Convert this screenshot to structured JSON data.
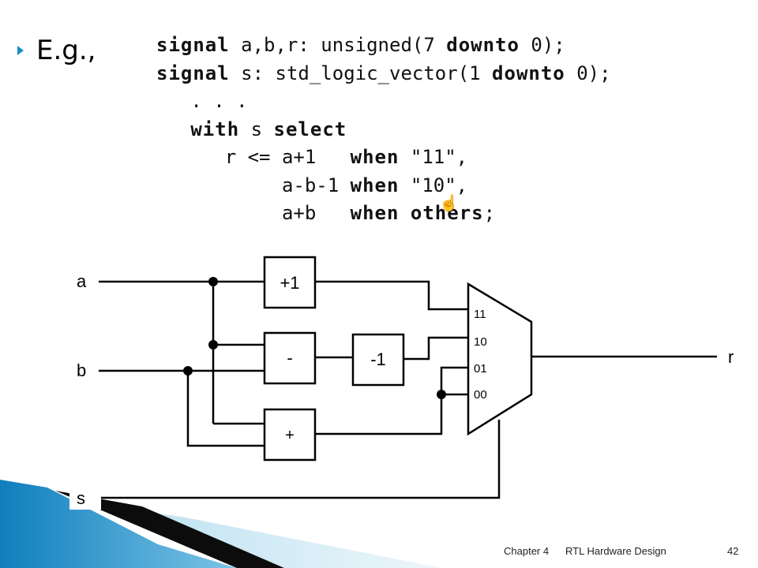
{
  "slide": {
    "bullet_text": "E.g.,",
    "code": [
      [
        {
          "t": "signal",
          "kw": true
        },
        {
          "t": " a,b,r: unsigned(7 "
        },
        {
          "t": "downto",
          "kw": true
        },
        {
          "t": " 0);"
        }
      ],
      [
        {
          "t": "signal",
          "kw": true
        },
        {
          "t": " s: std_logic_vector(1 "
        },
        {
          "t": "downto",
          "kw": true
        },
        {
          "t": " 0);"
        }
      ],
      [
        {
          "t": "   . . ."
        }
      ],
      [
        {
          "t": "   "
        },
        {
          "t": "with",
          "kw": true
        },
        {
          "t": " s "
        },
        {
          "t": "select",
          "kw": true
        }
      ],
      [
        {
          "t": "      r <= a+1   "
        },
        {
          "t": "when",
          "kw": true
        },
        {
          "t": " \"11\","
        }
      ],
      [
        {
          "t": "           a-b-1 "
        },
        {
          "t": "when",
          "kw": true
        },
        {
          "t": " \"10\","
        }
      ],
      [
        {
          "t": "           a+b   "
        },
        {
          "t": "when",
          "kw": true
        },
        {
          "t": " "
        },
        {
          "t": "others",
          "kw": true
        },
        {
          "t": ";"
        }
      ]
    ]
  },
  "diagram": {
    "inputs": [
      "a",
      "b",
      "s"
    ],
    "output": "r",
    "blocks": {
      "plus_one": "+1",
      "minus": "-",
      "minus_one": "-1",
      "plus": "+"
    },
    "mux_inputs": [
      "11",
      "10",
      "01",
      "00"
    ]
  },
  "footer": {
    "chapter": "Chapter 4",
    "title": "RTL Hardware Design",
    "page": "42"
  },
  "colors": {
    "accent": "#1a8fc6",
    "decor_dark": "#0c0c0c"
  }
}
